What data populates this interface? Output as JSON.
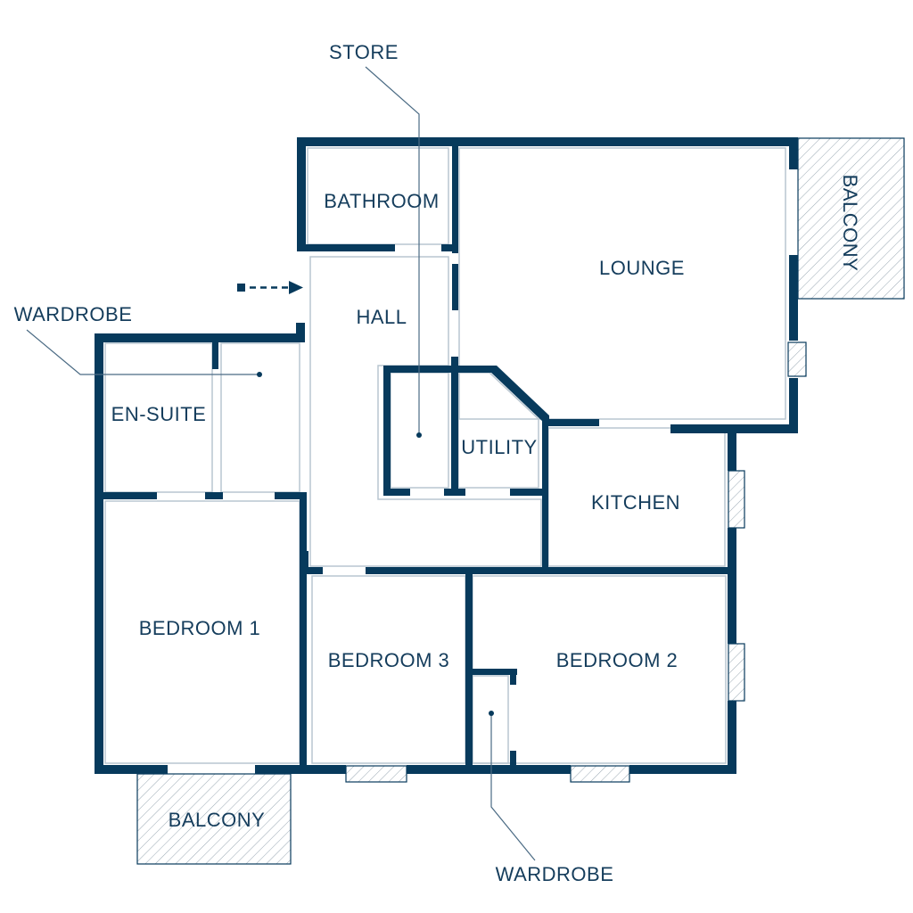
{
  "colors": {
    "wall": "#073a5c",
    "text": "#153d5c",
    "inner_line": "#b9c6d0",
    "background": "#ffffff"
  },
  "rooms": {
    "bathroom": "BATHROOM",
    "lounge": "LOUNGE",
    "hall": "HALL",
    "en_suite": "EN-SUITE",
    "utility": "UTILITY",
    "kitchen": "KITCHEN",
    "bedroom_1": "BEDROOM 1",
    "bedroom_3": "BEDROOM 3",
    "bedroom_2": "BEDROOM 2",
    "balcony_right": "BALCONY",
    "balcony_bottom": "BALCONY"
  },
  "callouts": {
    "store": "STORE",
    "wardrobe_left": "WARDROBE",
    "wardrobe_bottom": "WARDROBE"
  },
  "icons": {
    "entrance": "dashed-arrow-right"
  }
}
